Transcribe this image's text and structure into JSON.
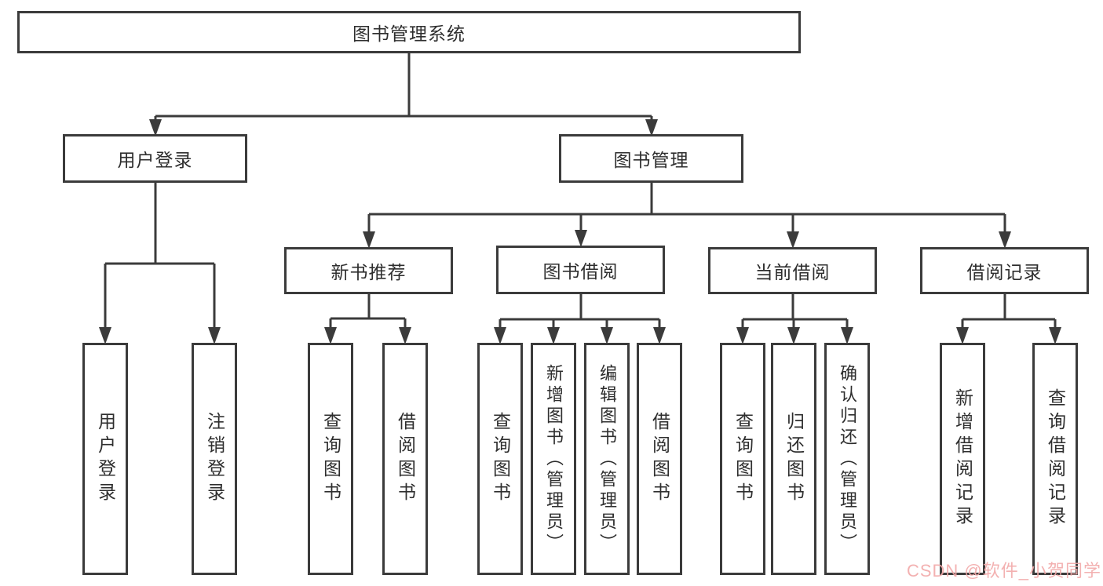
{
  "diagram": {
    "root": "图书管理系统",
    "login": {
      "label": "用户登录",
      "children": [
        "用户登录",
        "注销登录"
      ]
    },
    "management": {
      "label": "图书管理",
      "sections": [
        {
          "label": "新书推荐",
          "children": [
            "查询图书",
            "借阅图书"
          ]
        },
        {
          "label": "图书借阅",
          "children": [
            "查询图书",
            "新增图书（管理员）",
            "编辑图书（管理员）",
            "借阅图书"
          ]
        },
        {
          "label": "当前借阅",
          "children": [
            "查询图书",
            "归还图书",
            "确认归还（管理员）"
          ]
        },
        {
          "label": "借阅记录",
          "children": [
            "新增借阅记录",
            "查询借阅记录"
          ]
        }
      ]
    }
  },
  "watermark": {
    "text": "CSDN @软件_小贺同学",
    "color": "#f2a9a9"
  },
  "colors": {
    "line": "#3b3b3b",
    "text": "#2e2e2e",
    "background": "#ffffff"
  }
}
